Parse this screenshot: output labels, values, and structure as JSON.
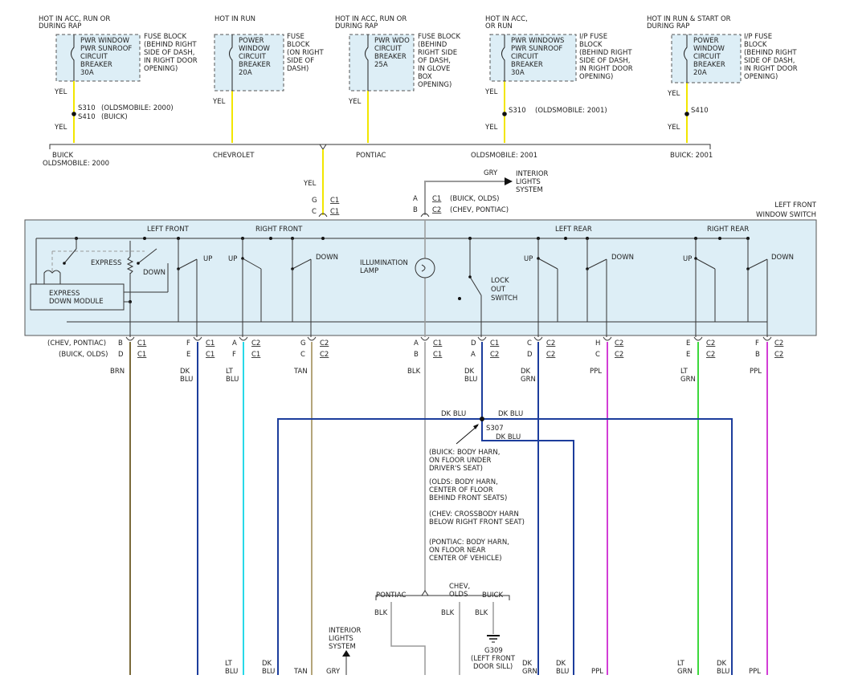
{
  "title": "LEFT FRONT WINDOW SWITCH",
  "colors": {
    "yellow": "#f2e600",
    "cyan": "#27d9e8",
    "tan": "#b4a57a",
    "brn": "#7a6a3a",
    "dkblu": "#1c3d9c",
    "ppl": "#d23ed6",
    "ltgrn": "#3cd83c",
    "gray": "#9a9a9a",
    "blk": "#444444",
    "panel": "#ddeef6"
  },
  "fuses": [
    {
      "hot": [
        "HOT IN ACC, RUN OR",
        "DURING RAP"
      ],
      "lines": [
        "PWR WINDOW",
        "PWR SUNROOF",
        "CIRCUIT",
        "BREAKER",
        "30A"
      ],
      "loc": [
        "FUSE BLOCK",
        "(BEHIND RIGHT",
        "SIDE OF DASH,",
        "IN RIGHT DOOR",
        "OPENING)"
      ],
      "wire1": "YEL",
      "splice": [
        "S310",
        "S410"
      ],
      "splice_note": [
        "(OLDSMOBILE: 2000)",
        "(BUICK)"
      ],
      "wire2": "YEL",
      "vehicle": [
        "BUICK",
        "OLDSMOBILE: 2000"
      ]
    },
    {
      "hot": [
        "HOT IN RUN"
      ],
      "lines": [
        "POWER",
        "WINDOW",
        "CIRCUIT",
        "BREAKER",
        "20A"
      ],
      "loc": [
        "FUSE",
        "BLOCK",
        "(ON RIGHT",
        "SIDE OF",
        "DASH)"
      ],
      "wire1": "YEL",
      "vehicle": [
        "CHEVROLET"
      ]
    },
    {
      "hot": [
        "HOT IN ACC, RUN OR",
        "DURING RAP"
      ],
      "lines": [
        "PWR WDO",
        "CIRCUIT",
        "BREAKER",
        "25A"
      ],
      "loc": [
        "FUSE BLOCK",
        "(BEHIND",
        "RIGHT SIDE",
        "OF DASH,",
        "IN GLOVE",
        "BOX",
        "OPENING)"
      ],
      "wire1": "YEL",
      "vehicle": [
        "PONTIAC"
      ]
    },
    {
      "hot": [
        "HOT IN ACC,",
        "OR RUN"
      ],
      "lines": [
        "PWR WINDOWS",
        "PWR SUNROOF",
        "CIRCUIT",
        "BREAKER",
        "30A"
      ],
      "loc": [
        "I/P FUSE",
        "BLOCK",
        "(BEHIND RIGHT",
        "SIDE OF DASH,",
        "IN RIGHT DOOR",
        "OPENING)"
      ],
      "wire1": "YEL",
      "splice": [
        "S310"
      ],
      "splice_note": [
        "(OLDSMOBILE: 2001)"
      ],
      "wire2": "YEL",
      "vehicle": [
        "OLDSMOBILE: 2001"
      ]
    },
    {
      "hot": [
        "HOT IN RUN & START OR",
        "DURING RAP"
      ],
      "lines": [
        "POWER",
        "WINDOW",
        "CIRCUIT",
        "BREAKER",
        "20A"
      ],
      "loc": [
        "I/P FUSE",
        "BLOCK",
        "(BEHIND RIGHT",
        "SIDE OF DASH,",
        "IN RIGHT DOOR",
        "OPENING)"
      ],
      "wire1": "YEL",
      "splice": [
        "S410"
      ],
      "wire2": "YEL",
      "vehicle": [
        "BUICK: 2001"
      ]
    }
  ],
  "feed": {
    "wire": "YEL",
    "pins": [
      "G",
      "C"
    ],
    "conn": [
      "C1",
      "C1"
    ]
  },
  "illum_feed": {
    "wire": "GRY",
    "target": [
      "INTERIOR",
      "LIGHTS",
      "SYSTEM"
    ],
    "pins": [
      "A",
      "B"
    ],
    "conn": [
      "C1",
      "C2"
    ],
    "notes": [
      "(BUICK, OLDS)",
      "(CHEV, PONTIAC)"
    ]
  },
  "switch": {
    "sections": [
      "LEFT FRONT",
      "RIGHT FRONT",
      "LEFT REAR",
      "RIGHT REAR"
    ],
    "labels": {
      "express": "EXPRESS",
      "down": "DOWN",
      "up": "UP",
      "module": [
        "EXPRESS",
        "DOWN MODULE"
      ],
      "lamp": [
        "ILLUMINATION",
        "LAMP"
      ],
      "lockout": [
        "LOCK",
        "OUT",
        "SWITCH"
      ]
    }
  },
  "bottom_notes": [
    "(CHEV, PONTIAC)",
    "(BUICK, OLDS)"
  ],
  "wires": [
    {
      "pins": [
        "B",
        "D"
      ],
      "conn": [
        "C1",
        "C1"
      ],
      "color": [
        "BRN"
      ],
      "key": "brn"
    },
    {
      "pins": [
        "F",
        "E"
      ],
      "conn": [
        "C1",
        "C1"
      ],
      "color": [
        "DK",
        "BLU"
      ],
      "key": "dkblu"
    },
    {
      "pins": [
        "A",
        "F"
      ],
      "conn": [
        "C2",
        "C1"
      ],
      "color": [
        "LT",
        "BLU"
      ],
      "key": "cyan"
    },
    {
      "pins": [
        "G",
        "C"
      ],
      "conn": [
        "C2",
        "C2"
      ],
      "color": [
        "TAN"
      ],
      "key": "tan"
    },
    {
      "pins": [
        "A",
        "B"
      ],
      "conn": [
        "C1",
        "C1"
      ],
      "color": [
        "BLK"
      ],
      "key": "blk"
    },
    {
      "pins": [
        "D",
        "A"
      ],
      "conn": [
        "C1",
        "C2"
      ],
      "color": [
        "DK",
        "BLU"
      ],
      "key": "dkblu"
    },
    {
      "pins": [
        "C",
        "D"
      ],
      "conn": [
        "C2",
        "C2"
      ],
      "color": [
        "DK",
        "GRN"
      ],
      "key": "dkblu"
    },
    {
      "pins": [
        "H",
        "C"
      ],
      "conn": [
        "C2",
        "C2"
      ],
      "color": [
        "PPL"
      ],
      "key": "ppl"
    },
    {
      "pins": [
        "E",
        "E"
      ],
      "conn": [
        "C2",
        "C2"
      ],
      "color": [
        "LT",
        "GRN"
      ],
      "key": "ltgrn"
    },
    {
      "pins": [
        "F",
        "B"
      ],
      "conn": [
        "C2",
        "C2"
      ],
      "color": [
        "PPL"
      ],
      "key": "ppl"
    }
  ],
  "splice_s307": {
    "name": "S307",
    "wires": [
      "DK BLU",
      "DK BLU",
      "DK BLU"
    ]
  },
  "ground_notes": [
    [
      "(BUICK: BODY HARN,",
      "ON FLOOR UNDER",
      "DRIVER'S SEAT)"
    ],
    [
      "(OLDS: BODY HARN,",
      "CENTER OF FLOOR",
      "BEHIND FRONT SEATS)"
    ],
    [
      "(CHEV: CROSSBODY HARN",
      "BELOW RIGHT FRONT SEAT)"
    ],
    [
      "(PONTIAC: BODY HARN,",
      "ON FLOOR NEAR",
      "CENTER OF VEHICLE)"
    ]
  ],
  "ground_branches": {
    "pontiac": "PONTIAC",
    "chev_olds": [
      "CHEV,",
      "OLDS"
    ],
    "buick": "BUICK",
    "wire": "BLK"
  },
  "ground_g309": [
    "G309",
    "(LEFT FRONT",
    "DOOR SILL)"
  ],
  "interior_lights_bottom": [
    "INTERIOR",
    "LIGHTS",
    "SYSTEM"
  ],
  "bottom_wires": [
    [
      "LT",
      "BLU"
    ],
    [
      "DK",
      "BLU"
    ],
    [
      "TAN"
    ],
    [
      "GRY"
    ],
    [
      "DK",
      "GRN"
    ],
    [
      "DK",
      "BLU"
    ],
    [
      "PPL"
    ],
    [
      "LT",
      "GRN"
    ],
    [
      "DK",
      "BLU"
    ],
    [
      "PPL"
    ]
  ]
}
